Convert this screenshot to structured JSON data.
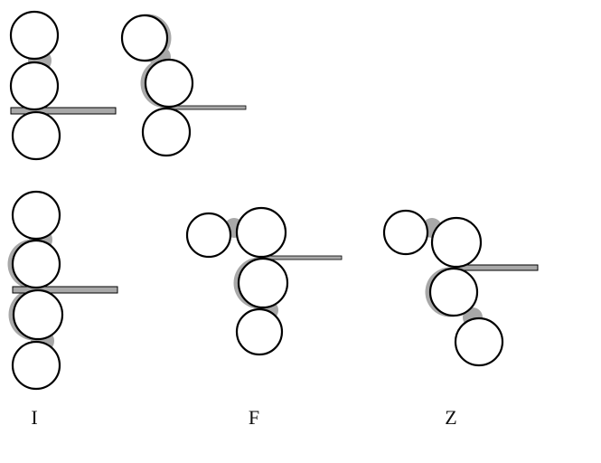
{
  "colors": {
    "material_gray": "#a8a8a8",
    "roll_fill": "#ffffff",
    "outline_black": "#000000",
    "background": "#ffffff",
    "label_color": "#111111"
  },
  "diagrams": [
    {
      "name": "three-roll-vertical-stack",
      "label": "",
      "roll_count": 3
    },
    {
      "name": "three-roll-offset-stack",
      "label": "",
      "roll_count": 3
    },
    {
      "name": "four-roll-i-type",
      "label": "I",
      "roll_count": 4
    },
    {
      "name": "four-roll-f-type",
      "label": "F",
      "roll_count": 4
    },
    {
      "name": "four-roll-z-type",
      "label": "Z",
      "roll_count": 4
    }
  ]
}
